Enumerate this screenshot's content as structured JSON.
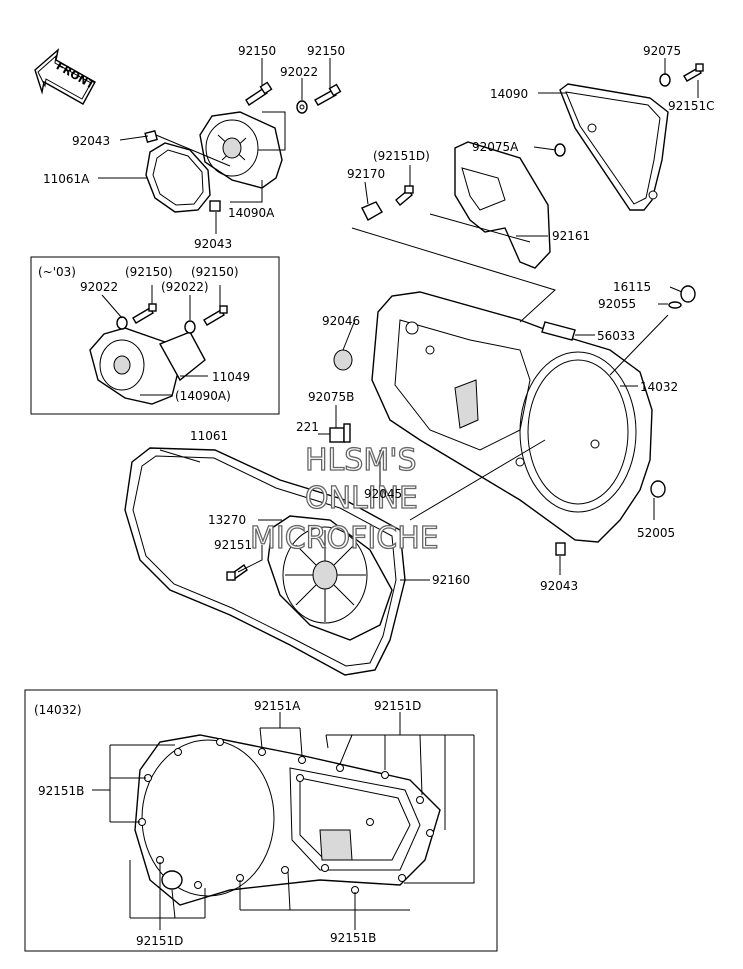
{
  "front_badge": "FRONT",
  "inset_top": {
    "note": "(~'03)"
  },
  "inset_bottom": {
    "note": "(14032)"
  },
  "watermark": [
    "HLSM'S",
    "ONLINE",
    "MICROFICHE"
  ],
  "labels": {
    "l92150a": "92150",
    "l92150b": "92150",
    "l92022": "92022",
    "l92043a": "92043",
    "l11061a": "11061A",
    "l14090a": "14090A",
    "l92043b": "92043",
    "l92075": "92075",
    "l14090": "14090",
    "l92151c": "92151C",
    "l92075a": "92075A",
    "l92151d_top": "(92151D)",
    "l92170": "92170",
    "l92161": "92161",
    "i92150a": "(92150)",
    "i92150b": "(92150)",
    "i92022a": "92022",
    "i92022b": "(92022)",
    "i11049": "11049",
    "i14090a": "(14090A)",
    "l16115": "16115",
    "l92055": "92055",
    "l92046": "92046",
    "l56033": "56033",
    "l14032": "14032",
    "l92075b": "92075B",
    "l221": "221",
    "l92045": "92045",
    "l11061": "11061",
    "l13270": "13270",
    "l92151": "92151",
    "l92160": "92160",
    "l52005": "52005",
    "l92043c": "92043",
    "b92151a": "92151A",
    "b92151d_top": "92151D",
    "b92151b_left": "92151B",
    "b92151d_bottom": "92151D",
    "b92151b_bottom": "92151B"
  }
}
